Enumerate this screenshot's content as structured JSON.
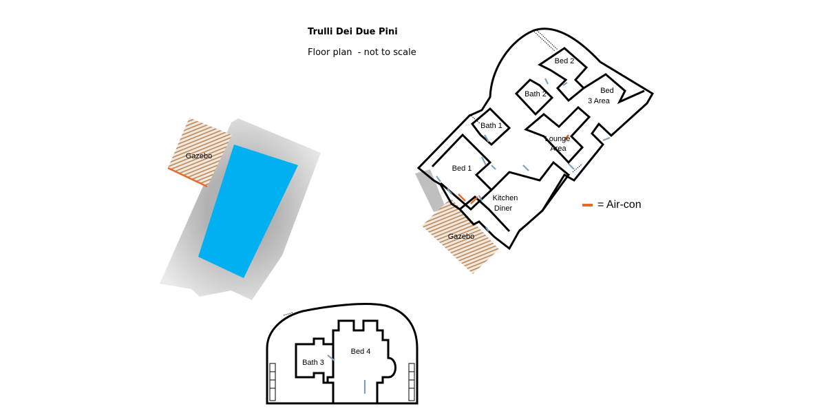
{
  "title": "Trulli Dei Due Pini",
  "subtitle": "Floor plan  - not to scale",
  "legend": {
    "label": "= Air-con",
    "color": "#e8672a"
  },
  "rooms": {
    "gazebo_pool": "Gazebo",
    "gazebo_house": "Gazebo",
    "bed1": "Bed 1",
    "bath1": "Bath 1",
    "bath2": "Bath 2",
    "bed2": "Bed 2",
    "bed3_line1": "Bed",
    "bed3_line2": "3 Area",
    "lounge_line1": "Lounge",
    "lounge_line2": "Area",
    "kitchen_line1": "Kitchen",
    "kitchen_line2": "Diner",
    "bath3": "Bath 3",
    "bed4": "Bed 4"
  },
  "colors": {
    "pool": "#00b0f0",
    "wall": "#000000",
    "door": "#7ea0bb",
    "aircon": "#e8672a",
    "gazebo_stripe": "#b8865a"
  }
}
